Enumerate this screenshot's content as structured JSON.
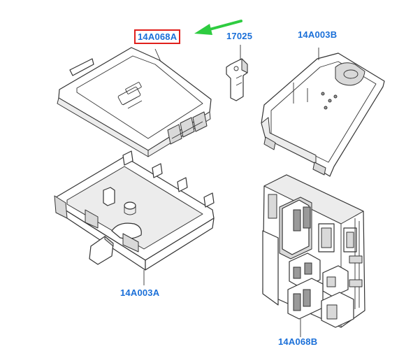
{
  "labels": {
    "cover": "14A068A",
    "clip": "17025",
    "top_housing": "14A003B",
    "bottom_housing": "14A003A",
    "fuse_box": "14A068B"
  },
  "colors": {
    "label": "#1a6fd8",
    "highlight_border": "#e0201c",
    "arrow": "#2ecc40",
    "linework": "#333333"
  },
  "highlighted_part": "14A068A"
}
